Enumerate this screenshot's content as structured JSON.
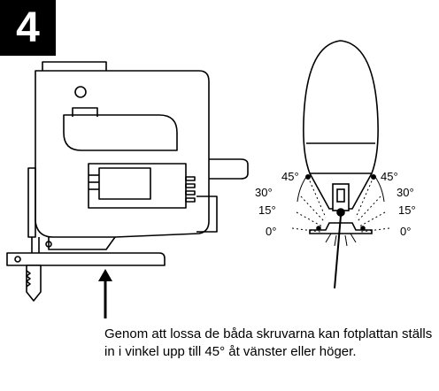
{
  "step": {
    "number": "4"
  },
  "angles": {
    "left": [
      "45°",
      "30°",
      "15°",
      "0°"
    ],
    "right": [
      "45°",
      "30°",
      "15°",
      "0°"
    ]
  },
  "caption": {
    "line1": "Genom att lossa de båda skruvarna kan fotplattan ställs",
    "line2": "in i vinkel upp till 45° åt vänster eller höger."
  }
}
